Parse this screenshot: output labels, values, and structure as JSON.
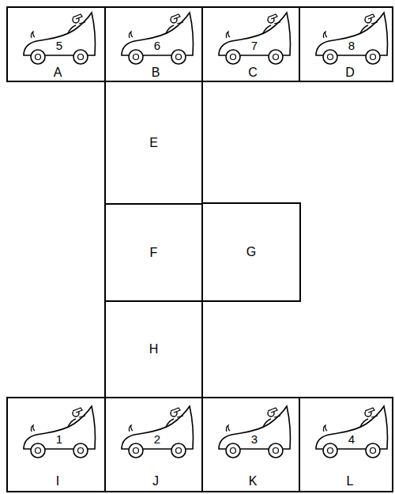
{
  "diagram": {
    "nodes": [
      {
        "text": [
          "5",
          "A"
        ]
      },
      {
        "text": [
          "6",
          "B"
        ]
      },
      {
        "text": [
          "7",
          "C"
        ]
      },
      {
        "text": [
          "8",
          "D"
        ]
      },
      {
        "text": [
          "E"
        ]
      },
      {
        "text": [
          "F"
        ]
      },
      {
        "text": [
          "G"
        ]
      },
      {
        "text": [
          "H"
        ]
      },
      {
        "text": [
          "1",
          "I"
        ]
      },
      {
        "text": [
          "2",
          "J"
        ]
      },
      {
        "text": [
          "3",
          "K"
        ]
      },
      {
        "text": [
          "4",
          "L"
        ]
      }
    ]
  }
}
